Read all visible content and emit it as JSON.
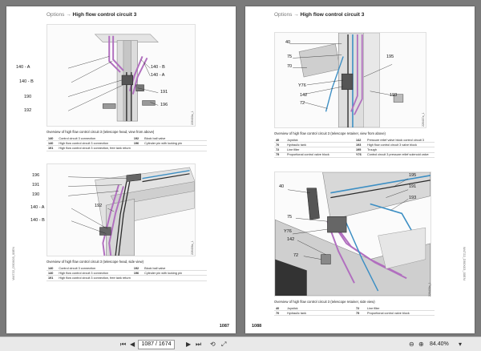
{
  "left_page": {
    "header_prefix": "Options",
    "header_arrow": "→",
    "header_title": "High flow control circuit 3",
    "side_code": "W4722_D50X03_00EN",
    "page_number": "1087",
    "figure1": {
      "labels": [
        "140 - A",
        "140 - B",
        "140 - B",
        "140 - A",
        "190",
        "191",
        "192",
        "196"
      ],
      "id": "226400a_1",
      "caption": "Overview of high flow control circuit 3 (telescope head, view from above)",
      "legend": [
        {
          "n": "140",
          "t": "Control circuit 3 connection",
          "n2": "192",
          "t2": "Block ball valve"
        },
        {
          "n": "140",
          "t": "High flow control circuit 3 connection",
          "n2": "196",
          "t2": "Cylinder pin with locking pin"
        },
        {
          "n": "191",
          "t": "High flow control circuit 3 connection, free tank return",
          "n2": "",
          "t2": ""
        }
      ]
    },
    "figure2": {
      "labels": [
        "196",
        "191",
        "190",
        "192",
        "140 - A",
        "140 - B"
      ],
      "id": "226406a_1",
      "caption": "Overview of high flow control circuit 3 (telescope head, side view)",
      "legend": [
        {
          "n": "140",
          "t": "Control circuit 3 connection",
          "n2": "192",
          "t2": "Block ball valve"
        },
        {
          "n": "140",
          "t": "High flow control circuit 3 connection",
          "n2": "196",
          "t2": "Cylinder pin with locking pin"
        },
        {
          "n": "191",
          "t": "High flow control circuit 3 connection, free tank return",
          "n2": "",
          "t2": ""
        }
      ]
    }
  },
  "right_page": {
    "header_prefix": "Options",
    "header_arrow": "→",
    "header_title": "High flow control circuit 3",
    "side_code": "W4722_D50X03_00EN",
    "page_number": "1088",
    "figure1": {
      "labels": [
        "40",
        "75",
        "70",
        "195",
        "Y76",
        "142",
        "72",
        "193"
      ],
      "id": "226407a_1",
      "caption": "Overview of high flow control circuit 3 (telescope retainer, view from above)",
      "legend": [
        {
          "n": "40",
          "t": "Joystick",
          "n2": "142",
          "t2": "Pressure relief valve block control circuit 3"
        },
        {
          "n": "70",
          "t": "Hydraulic tank",
          "n2": "193",
          "t2": "High flow control circuit 3 valve block"
        },
        {
          "n": "72",
          "t": "Line filter",
          "n2": "195",
          "t2": "Trough"
        },
        {
          "n": "75",
          "t": "Proportional control valve block",
          "n2": "Y76",
          "t2": "Control circuit 3 pressure relief solenoid valve"
        }
      ]
    },
    "figure2": {
      "labels": [
        "40",
        "195",
        "191",
        "193",
        "75",
        "Y76",
        "142",
        "72"
      ],
      "id": "226408a_1",
      "caption": "Overview of high flow control circuit 3 (telescope retainer, side view)",
      "legend": [
        {
          "n": "40",
          "t": "Joystick",
          "n2": "72",
          "t2": "Line filter"
        },
        {
          "n": "70",
          "t": "Hydraulic tank",
          "n2": "75",
          "t2": "Proportional control valve block"
        }
      ]
    }
  },
  "toolbar": {
    "current_page": "1087 / 1674",
    "zoom": "84.40%",
    "icons": [
      "first-page",
      "prev-page",
      "next-page",
      "last-page",
      "rotate",
      "fit",
      "zoom-out",
      "zoom-in"
    ]
  },
  "colors": {
    "hose_purple": "#b16fbf",
    "hose_blue": "#3d8fc4",
    "hose_dark": "#2b2b2b",
    "machine_gray": "#d9d9d9",
    "toolbar_bg": "#e9e9e9"
  }
}
